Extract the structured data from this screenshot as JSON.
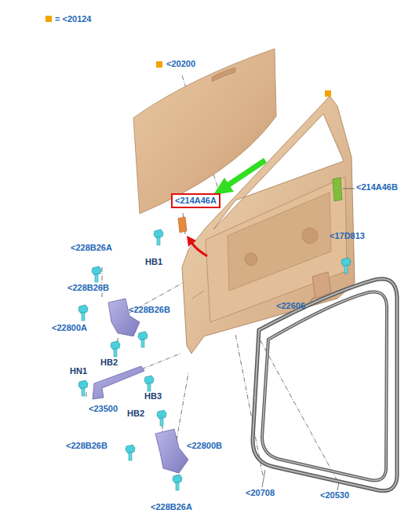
{
  "diagram": {
    "nodes": [
      {
        "text": [
          "<214A46A"
        ]
      }
    ],
    "labels": [
      "<20200",
      "<214A46B",
      "HB1",
      "<17D813",
      "<228B26A",
      "<228B26B",
      "<228B26B",
      "<22800A",
      "<22606",
      "HB2",
      "HN1",
      "HB3",
      "<23500",
      "HB2",
      "<22800B",
      "<228B26B",
      "<228B26A",
      "<20708",
      "<20530"
    ],
    "legend": [
      {
        "text": "= <20124",
        "color": "#f5a300"
      }
    ]
  }
}
